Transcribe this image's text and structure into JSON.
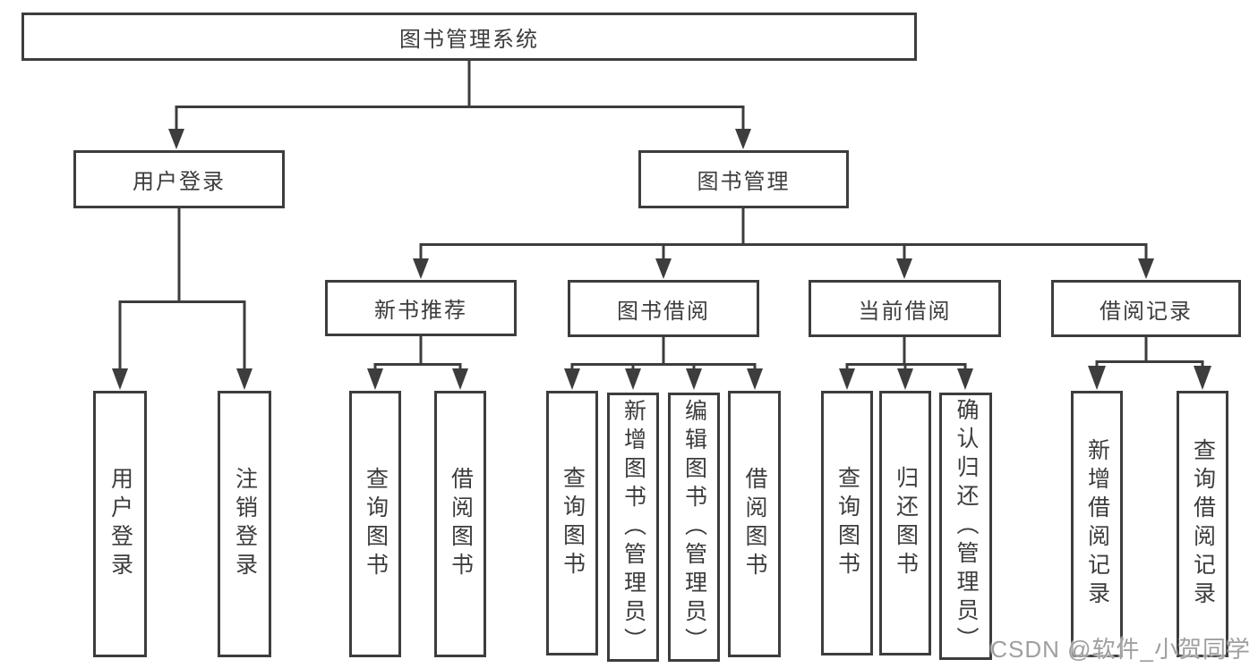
{
  "nodes": {
    "root": "图书管理系统",
    "user_login": "用户登录",
    "book_management": "图书管理",
    "new_book_rec": "新书推荐",
    "book_borrowing": "图书借阅",
    "current_borrowing": "当前借阅",
    "borrowing_records": "借阅记录",
    "leaf_login": "用户登录",
    "leaf_logout": "注销登录",
    "leaf_new_query": "查询图书",
    "leaf_new_borrow": "借阅图书",
    "leaf_bor_query": "查询图书",
    "leaf_bor_add": "新增图书（管理员）",
    "leaf_bor_edit": "编辑图书（管理员）",
    "leaf_bor_borrow": "借阅图书",
    "leaf_cur_query": "查询图书",
    "leaf_cur_return": "归还图书",
    "leaf_cur_confirm": "确认归还（管理员）",
    "leaf_rec_add": "新增借阅记录",
    "leaf_rec_query": "查询借阅记录"
  },
  "watermark": "CSDN @软件_小贺同学",
  "colors": {
    "line": "#3d3d3d",
    "text": "#3c3c3c",
    "box_background": "#ffffff",
    "watermark": "#9f9f9f"
  }
}
